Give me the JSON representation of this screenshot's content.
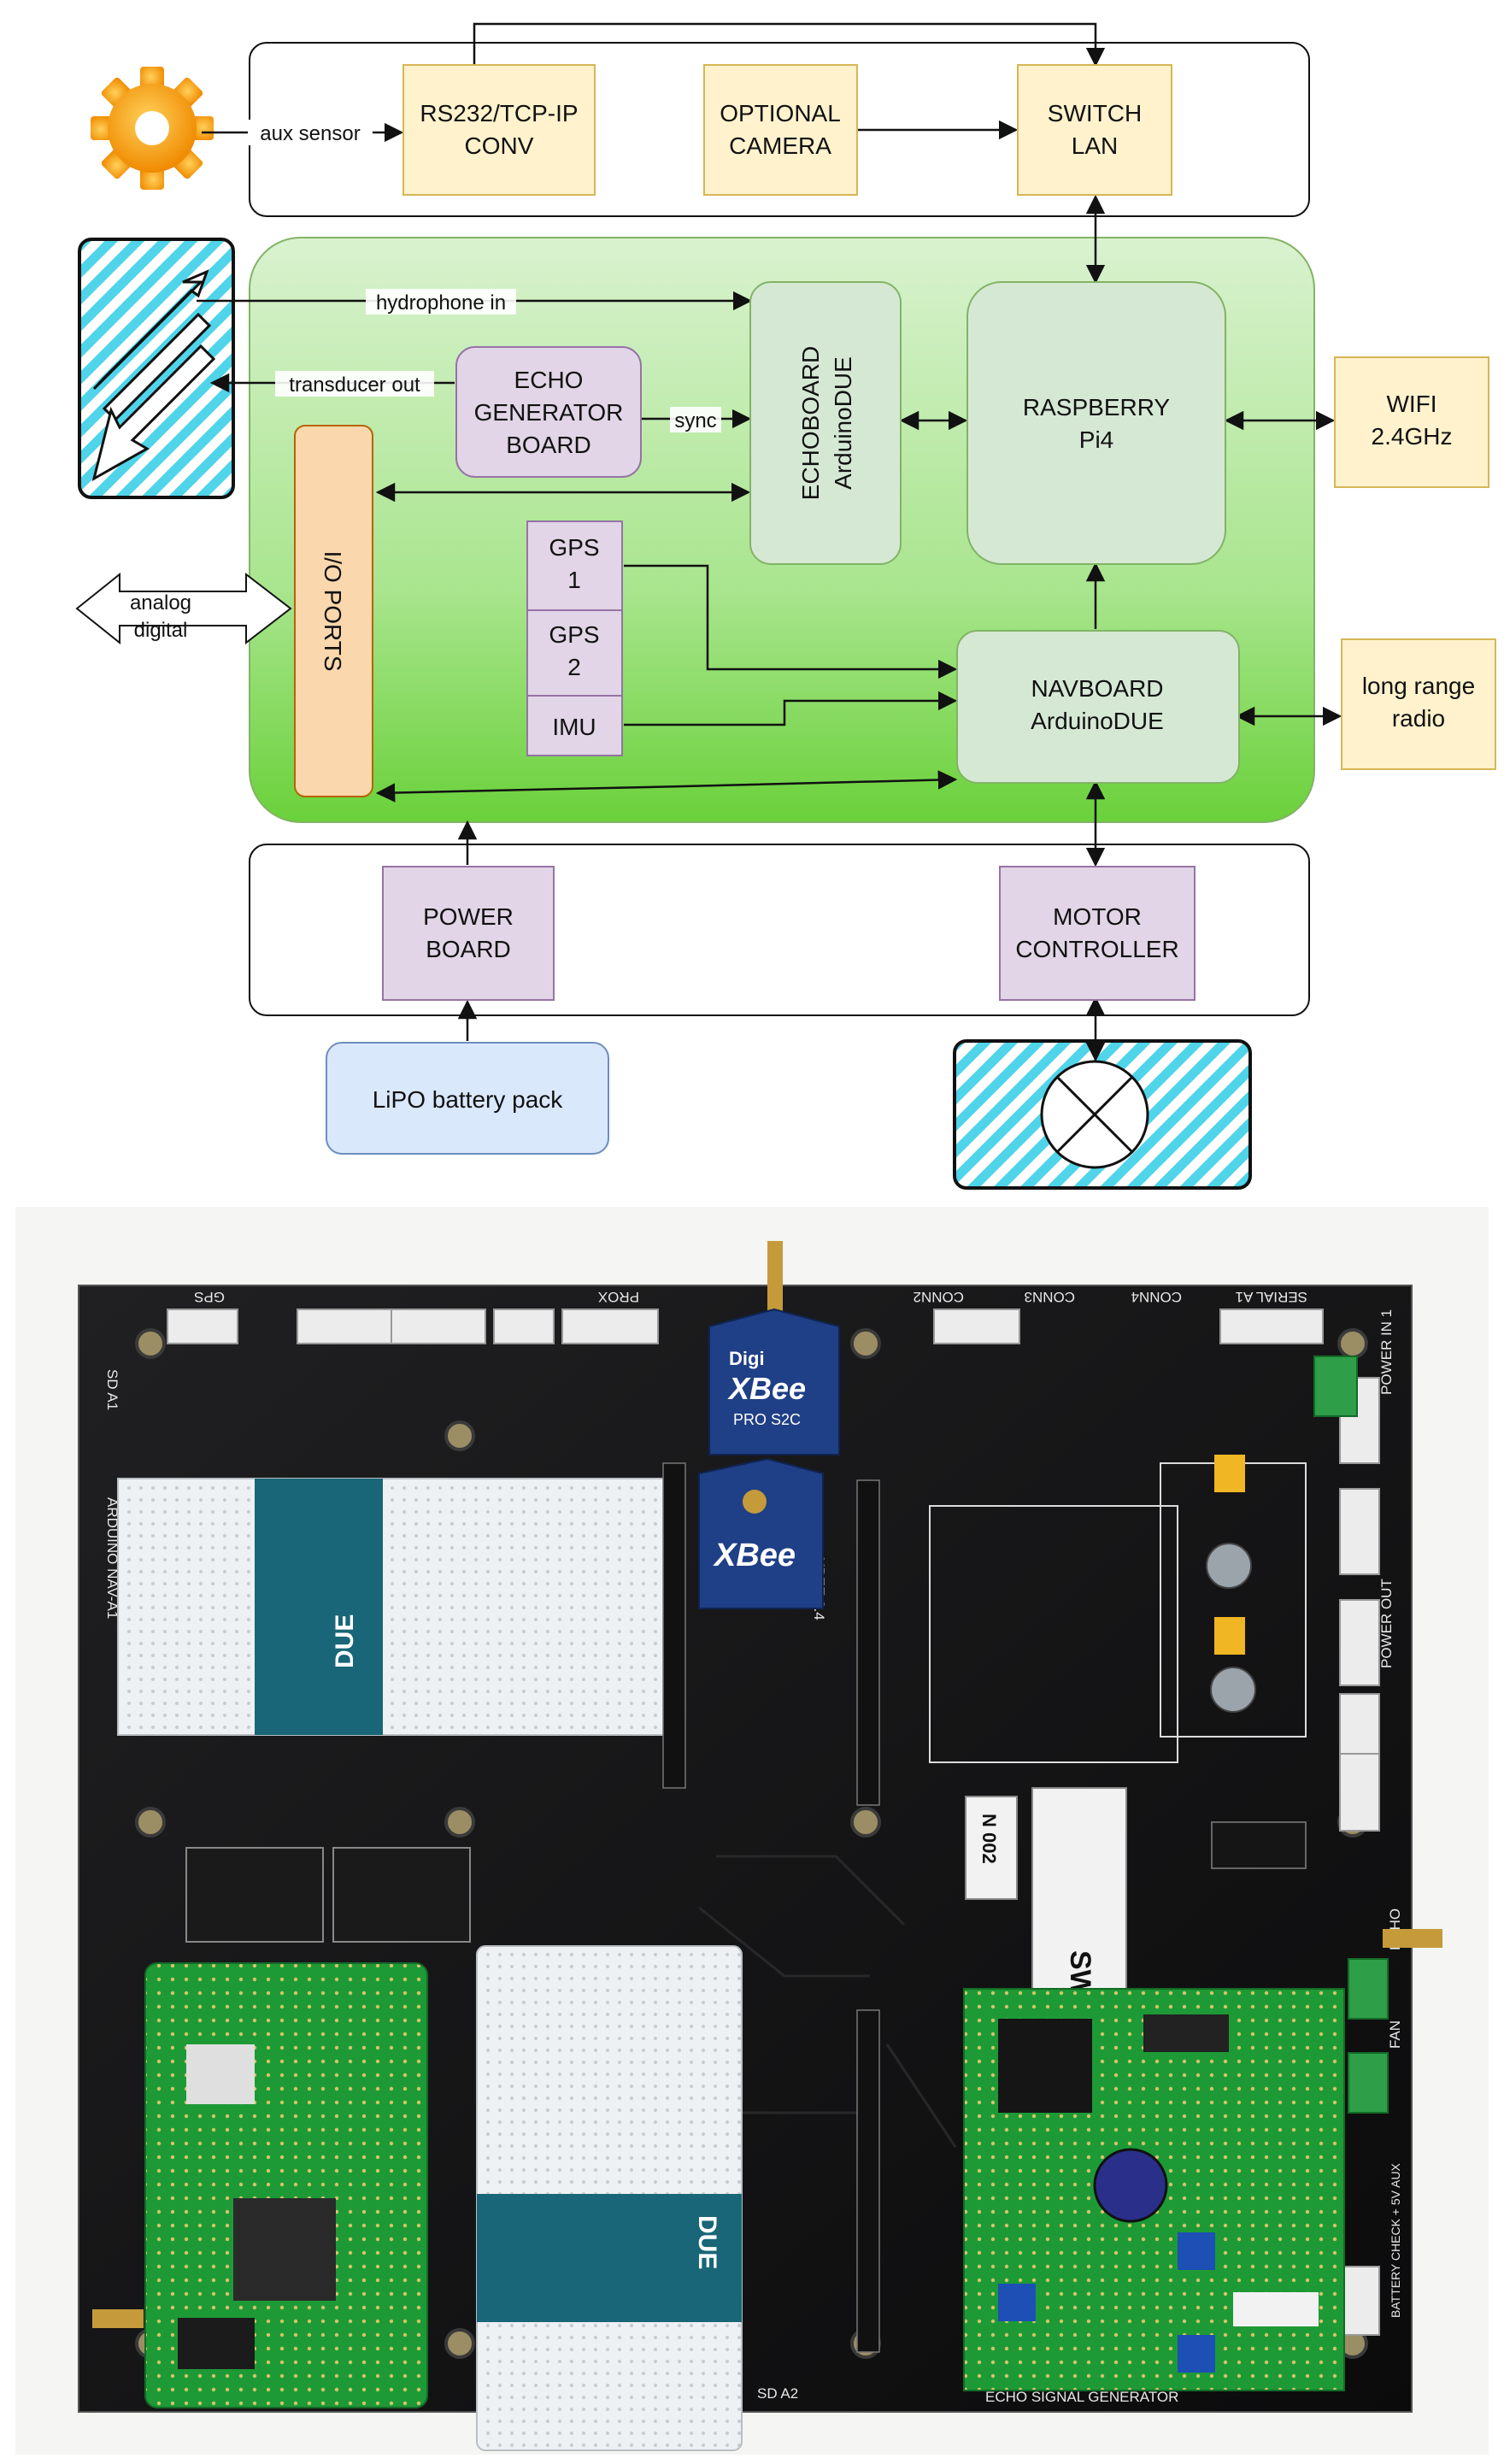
{
  "diagram": {
    "top_row": {
      "rs232": [
        "RS232/TCP-IP",
        "CONV"
      ],
      "camera": [
        "OPTIONAL",
        "CAMERA"
      ],
      "switch": [
        "SWITCH",
        "LAN"
      ],
      "aux_label": "aux sensor"
    },
    "core": {
      "echoboard": [
        "ECHOBOARD",
        "ArduinoDUE"
      ],
      "raspberry": [
        "RASPBERRY",
        "Pi4"
      ],
      "echo_gen": [
        "ECHO",
        "GENERATOR",
        "BOARD"
      ],
      "io_ports": "I/O PORTS",
      "gps1": [
        "GPS",
        "1"
      ],
      "gps2": [
        "GPS",
        "2"
      ],
      "imu": "IMU",
      "navboard": [
        "NAVBOARD",
        "ArduinoDUE"
      ]
    },
    "edge_labels": {
      "hydrophone": "hydrophone in",
      "transducer": "transducer out",
      "sync": "sync",
      "analog": "analog",
      "digital": "digital"
    },
    "right_side": {
      "wifi": [
        "WIFI",
        "2.4GHz"
      ],
      "radio": [
        "long range",
        "radio"
      ]
    },
    "bottom_row": {
      "power": [
        "POWER",
        "BOARD"
      ],
      "motor": [
        "MOTOR",
        "CONTROLLER"
      ],
      "battery": "LiPO battery pack"
    },
    "colors": {
      "yellow_fill": "#fff2cc",
      "yellow_stroke": "#d6b656",
      "purple_fill": "#e1d5e7",
      "purple_stroke": "#9673a6",
      "green_box_fill": "#d5e8d4",
      "green_box_stroke": "#82b366",
      "orange_fill": "#fad7ac",
      "orange_stroke": "#b46504",
      "blue_fill": "#dae8fc",
      "blue_stroke": "#6c8ebf",
      "hatch": "#4fd4ea"
    }
  },
  "photo": {
    "silk": {
      "gps": "GPS",
      "prox": "PROX",
      "conn2": "CONN2",
      "conn3": "CONN3",
      "conn4": "CONN4",
      "serial_a1": "SERIAL A1",
      "power_in": "POWER IN 1",
      "power_out": "POWER OUT",
      "arduino_nav": "ARDUINO NAV-A1",
      "xbee_pro": "XBee",
      "xbee_pro_sub": "PRO S2C",
      "xbee_24": "XBee",
      "xbee_24_label": "XBEE 2.4",
      "due": "DUE",
      "swap": "SWAP v2",
      "n002": "N 002",
      "echo": "ECHO",
      "fan": "FAN",
      "battery_check": "BATTERY CHECK + 5V AUX",
      "echo_signal_gen": "ECHO SIGNAL GENERATOR",
      "sd_a1": "SD A1",
      "sd_a2": "SD A2",
      "digi": "Digi"
    }
  }
}
